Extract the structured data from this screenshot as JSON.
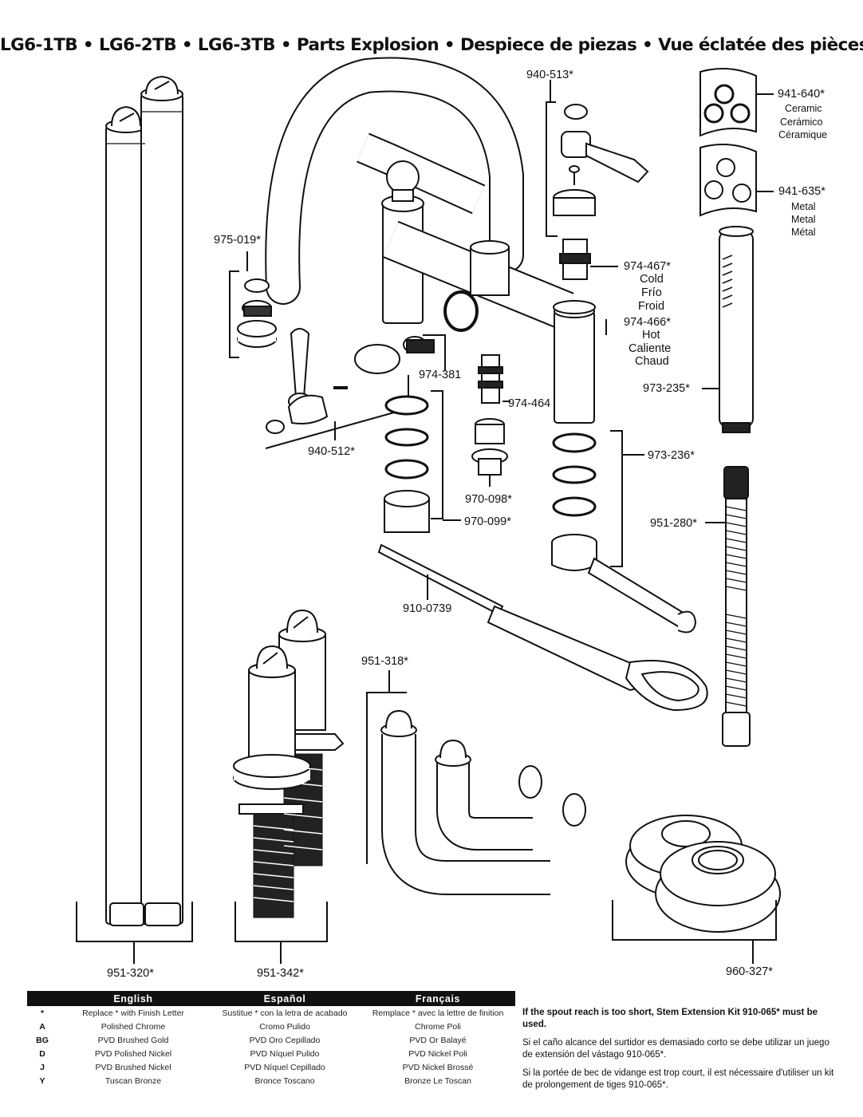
{
  "title": "LG6-1TB • LG6-2TB • LG6-3TB • Parts Explosion • Despiece de piezas • Vue éclatée des pièces",
  "callouts": {
    "p940_513": "940-513*",
    "p941_640": "941-640*",
    "p941_640_en": "Ceramic",
    "p941_640_es": "Cerámico",
    "p941_640_fr": "Céramique",
    "p941_635": "941-635*",
    "p941_635_en": "Metal",
    "p941_635_es": "Metal",
    "p941_635_fr": "Métal",
    "p975_019": "975-019*",
    "p974_467": "974-467*",
    "p974_467_en": "Cold",
    "p974_467_es": "Frío",
    "p974_467_fr": "Froid",
    "p974_466": "974-466*",
    "p974_466_en": "Hot",
    "p974_466_es": "Caliente",
    "p974_466_fr": "Chaud",
    "p974_381": "974-381",
    "p974_464": "974-464",
    "p973_235": "973-235*",
    "p940_512": "940-512*",
    "p973_236": "973-236*",
    "p970_098": "970-098*",
    "p970_099": "970-099*",
    "p951_280": "951-280*",
    "p910_0739": "910-0739",
    "p951_318": "951-318*",
    "p951_320": "951-320*",
    "p951_342": "951-342*",
    "p960_327": "960-327*"
  },
  "finish_table": {
    "headers": [
      "English",
      "Español",
      "Français"
    ],
    "rows": [
      {
        "code": "*",
        "en": "Replace * with Finish Letter",
        "es": "Sustitue * con la letra de acabado",
        "fr": "Remplace * avec la lettre de finition"
      },
      {
        "code": "A",
        "en": "Polished Chrome",
        "es": "Cromo Pulido",
        "fr": "Chrome Poli"
      },
      {
        "code": "BG",
        "en": "PVD Brushed Gold",
        "es": "PVD Oro Cepillado",
        "fr": "PVD Or Balayé"
      },
      {
        "code": "D",
        "en": "PVD Polished Nickel",
        "es": "PVD Níquel Pulido",
        "fr": "PVD Nickel Poli"
      },
      {
        "code": "J",
        "en": "PVD Brushed Nickel",
        "es": "PVD Níquel Cepillado",
        "fr": "PVD Nickel Brossé"
      },
      {
        "code": "Y",
        "en": "Tuscan Bronze",
        "es": "Bronce Toscano",
        "fr": "Bronze Le Toscan"
      }
    ]
  },
  "note": {
    "en": "If the spout reach is too short, Stem Extension Kit 910-065* must be used.",
    "es": "Si el caño alcance del surtidor es demasiado corto se debe utilizar un juego de extensión del vástago 910-065*.",
    "fr": "Si la portée de bec de vidange est trop court, il est nécessaire d'utiliser un kit de prolongement de tiges 910-065*."
  }
}
